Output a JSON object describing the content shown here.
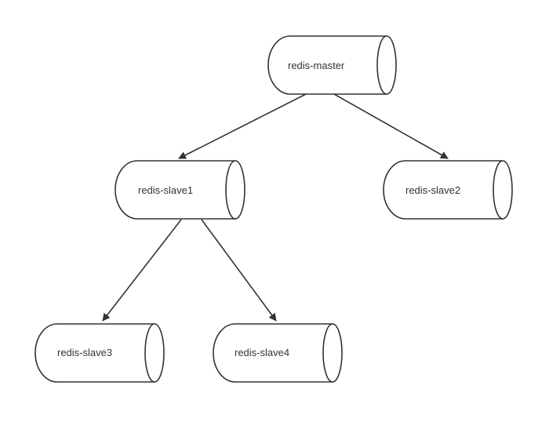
{
  "diagram": {
    "nodes": [
      {
        "id": "master",
        "label": "redis-master"
      },
      {
        "id": "slave1",
        "label": "redis-slave1"
      },
      {
        "id": "slave2",
        "label": "redis-slave2"
      },
      {
        "id": "slave3",
        "label": "redis-slave3"
      },
      {
        "id": "slave4",
        "label": "redis-slave4"
      }
    ],
    "edges": [
      {
        "from": "redis-master",
        "to": "redis-slave1"
      },
      {
        "from": "redis-master",
        "to": "redis-slave2"
      },
      {
        "from": "redis-slave1",
        "to": "redis-slave3"
      },
      {
        "from": "redis-slave1",
        "to": "redis-slave4"
      }
    ],
    "colors": {
      "stroke": "#333333",
      "fill": "#ffffff",
      "text": "#333333"
    }
  }
}
